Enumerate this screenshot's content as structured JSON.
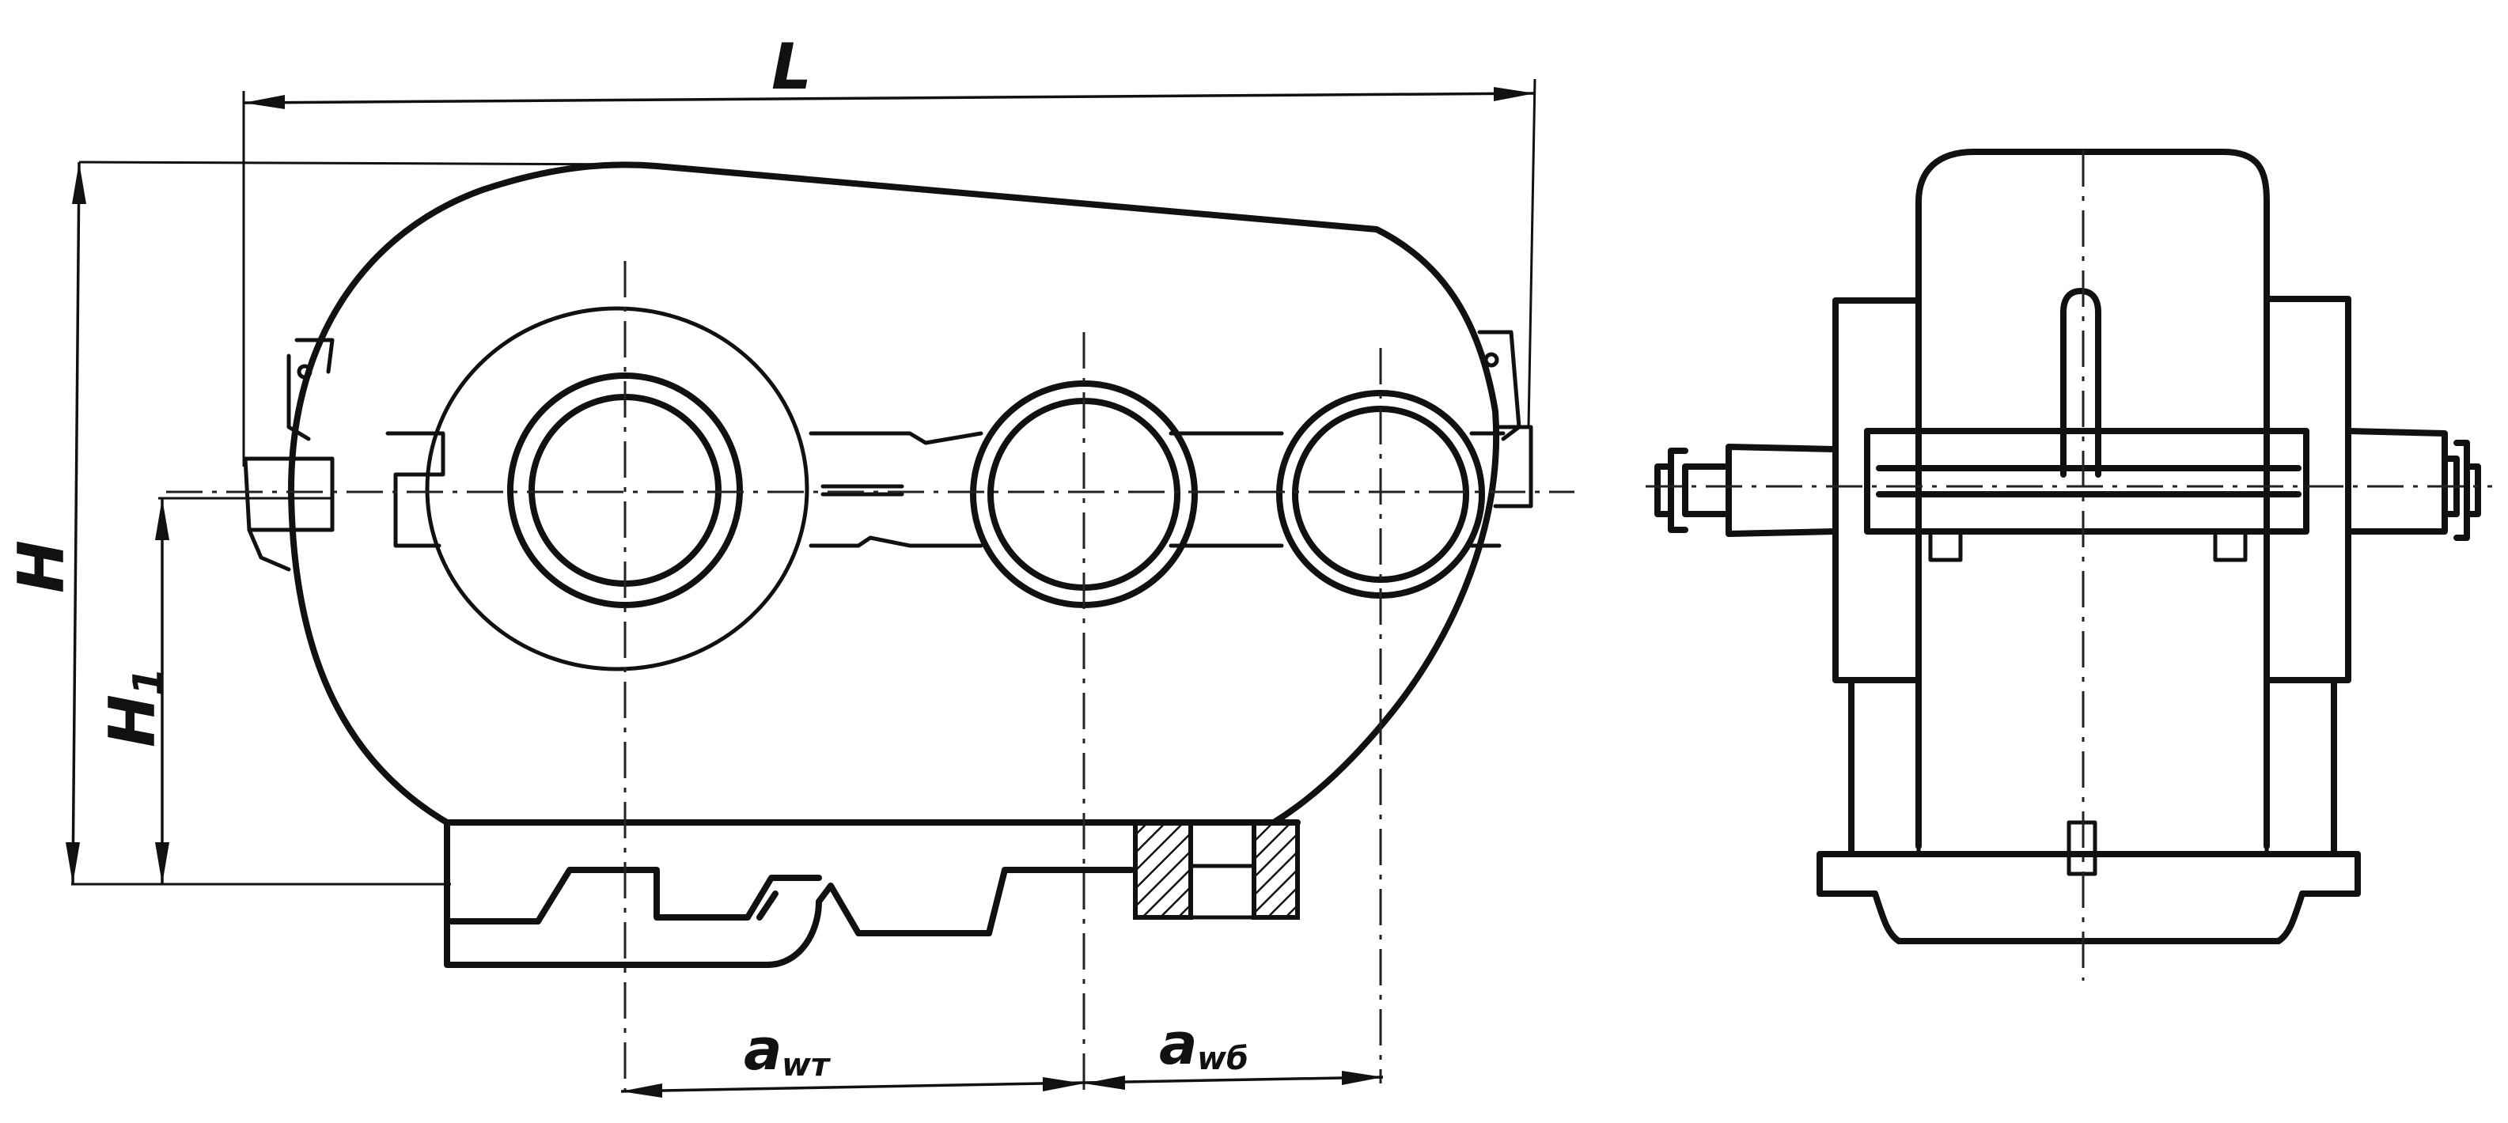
{
  "diagram": {
    "labels": {
      "overall_length": "L",
      "overall_height": "H",
      "axis_height": "H",
      "axis_height_sub": "1",
      "center_distance_1": "a",
      "center_distance_1_sub": "wт",
      "center_distance_2": "a",
      "center_distance_2_sub": "wб"
    }
  }
}
